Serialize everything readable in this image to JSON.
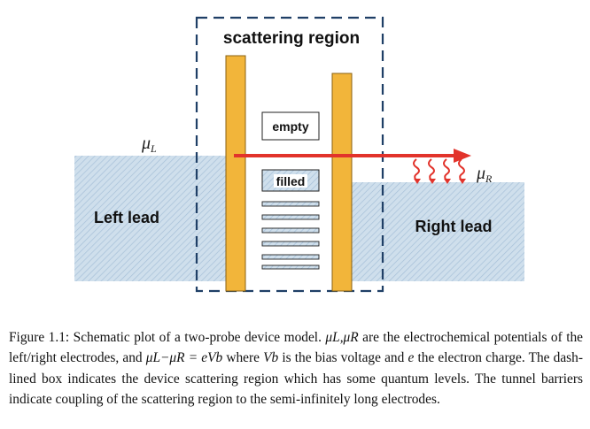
{
  "diagram": {
    "scattering_region_label": "scattering region",
    "empty_label": "empty",
    "filled_label": "filled",
    "left_lead_label": "Left lead",
    "right_lead_label": "Right lead",
    "mu_left": {
      "symbol": "μ",
      "subscript": "L"
    },
    "mu_right": {
      "symbol": "μ",
      "subscript": "R"
    },
    "colors": {
      "lead_fill": "#c9dbe9",
      "lead_hatch": "#a9c3da",
      "barrier": "#f2b53a",
      "barrier_stroke": "#8a6112",
      "arrow": "#e2332b",
      "dashed_box": "#1f3f66"
    }
  },
  "caption": {
    "figure_number": "Figure 1.1:",
    "sentence1": "Schematic plot of a two-probe device model.",
    "mu_pair": "μL,μR",
    "mid1": "are the electrochemical potentials of the left/right electrodes, and",
    "equation": "μL−μR = eVb",
    "mid2": "where",
    "vb": "Vb",
    "mid3": "is the bias voltage and",
    "e": "e",
    "mid4": "the electron charge. The dash-lined box indicates the device scattering region which has some quantum levels. The tunnel barriers indicate coupling of the scattering region to the semi-infinitely long electrodes."
  }
}
